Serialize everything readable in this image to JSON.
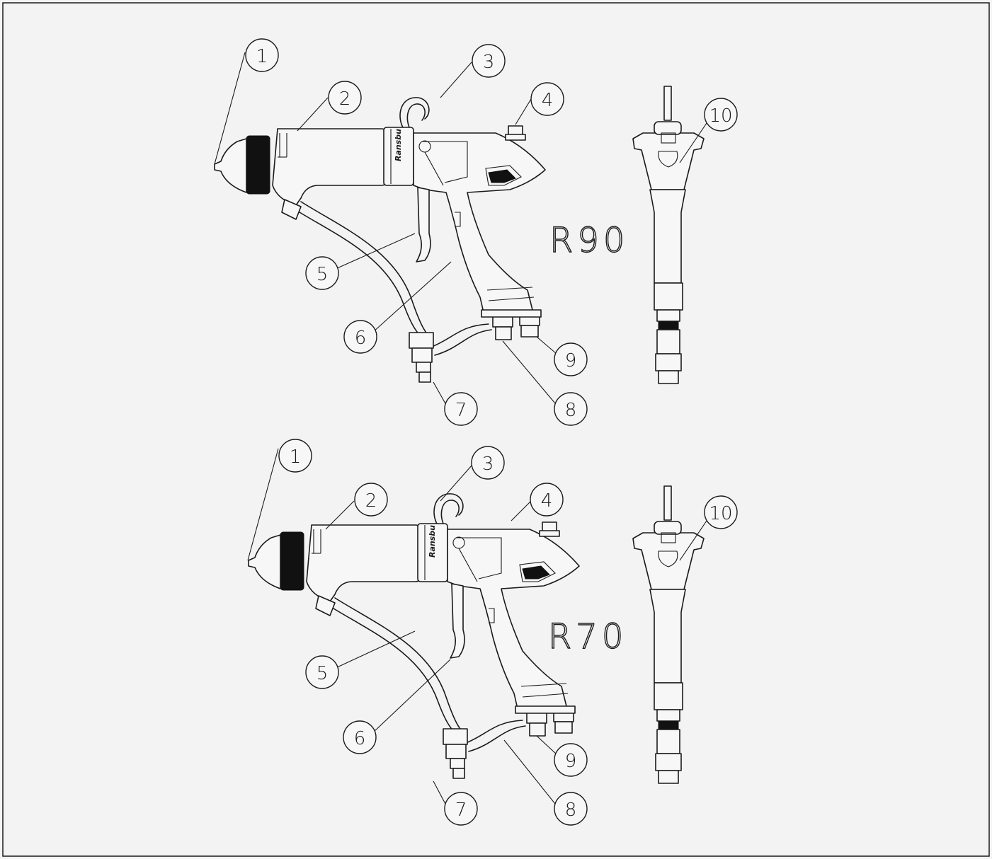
{
  "views": [
    {
      "model": "R90",
      "callouts": [
        "1",
        "2",
        "3",
        "4",
        "5",
        "6",
        "7",
        "8",
        "9",
        "10"
      ]
    },
    {
      "model": "R70",
      "callouts": [
        "1",
        "2",
        "3",
        "4",
        "5",
        "6",
        "7",
        "8",
        "9",
        "10"
      ]
    }
  ],
  "colors": {
    "background": "#f3f3f3",
    "line": "#1a1a1a"
  }
}
